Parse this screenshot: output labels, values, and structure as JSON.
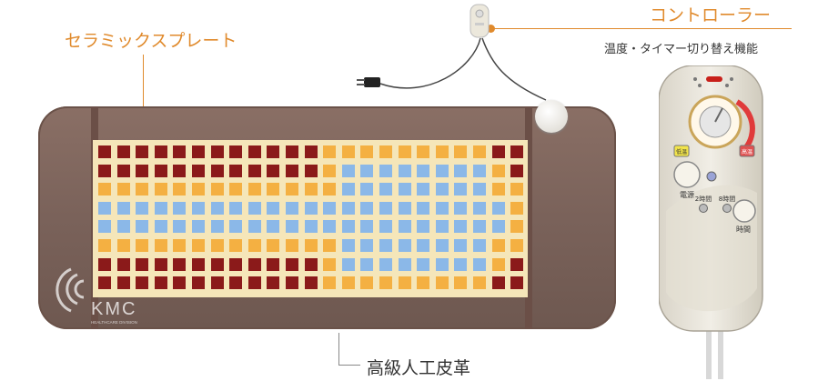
{
  "labels": {
    "ceramic_plate": "セラミックスプレート",
    "controller": "コントローラー",
    "controller_desc": "温度・タイマー切り替え機能",
    "leather": "高級人工皮革"
  },
  "logo": {
    "text": "KMC",
    "subtext": "HEALTHCARE DIVISION"
  },
  "remote": {
    "dial_low": "低温",
    "dial_high": "高温",
    "power": "電源",
    "timer_2h": "2時間",
    "timer_8h": "8時間",
    "timer": "時間"
  },
  "colors": {
    "accent": "#e08a2c",
    "maroon": "#8b1a1a",
    "amber": "#f4b042",
    "blue": "#8bb8e8",
    "leather": "#7a625a",
    "plate_bg": "#f5e6b9"
  },
  "plate_rows": [
    "MMMMMMMMMMMMAAAAAAAAAMM",
    "MMMMMMMMMMMMABBBBBBBBAM",
    "AAAAAAAAAAAAABBBBBBBBAA",
    "BBBBBBBBBBBBBBBBBBBBBBA",
    "BBBBBBBBBBBBBBBBBBBBBBA",
    "AAAAAAAAAAAAABBBBBBBBAA",
    "MMMMMMMMMMMMABBBBBBBBAM",
    "MMMMMMMMMMMMAAAAAAAAAMM"
  ]
}
